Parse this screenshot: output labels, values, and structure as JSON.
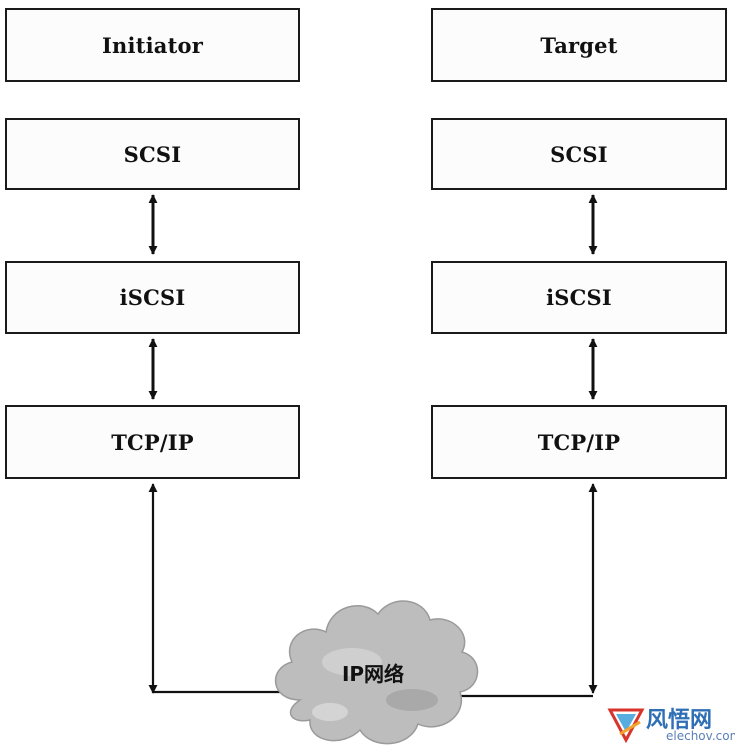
{
  "diagram": {
    "initiator": {
      "title": "Initiator",
      "layers": [
        "SCSI",
        "iSCSI",
        "TCP/IP"
      ]
    },
    "target": {
      "title": "Target",
      "layers": [
        "SCSI",
        "iSCSI",
        "TCP/IP"
      ]
    },
    "network_label": "IP网络"
  },
  "watermark": {
    "brand": "风悟网",
    "url": "elechov.com"
  },
  "colors": {
    "line": "#111111",
    "box_border": "#1a1a1a",
    "cloud": "#bdbdbd",
    "watermark": "#2f6fb6"
  },
  "icons": [
    "cloud-icon",
    "logo-icon"
  ]
}
